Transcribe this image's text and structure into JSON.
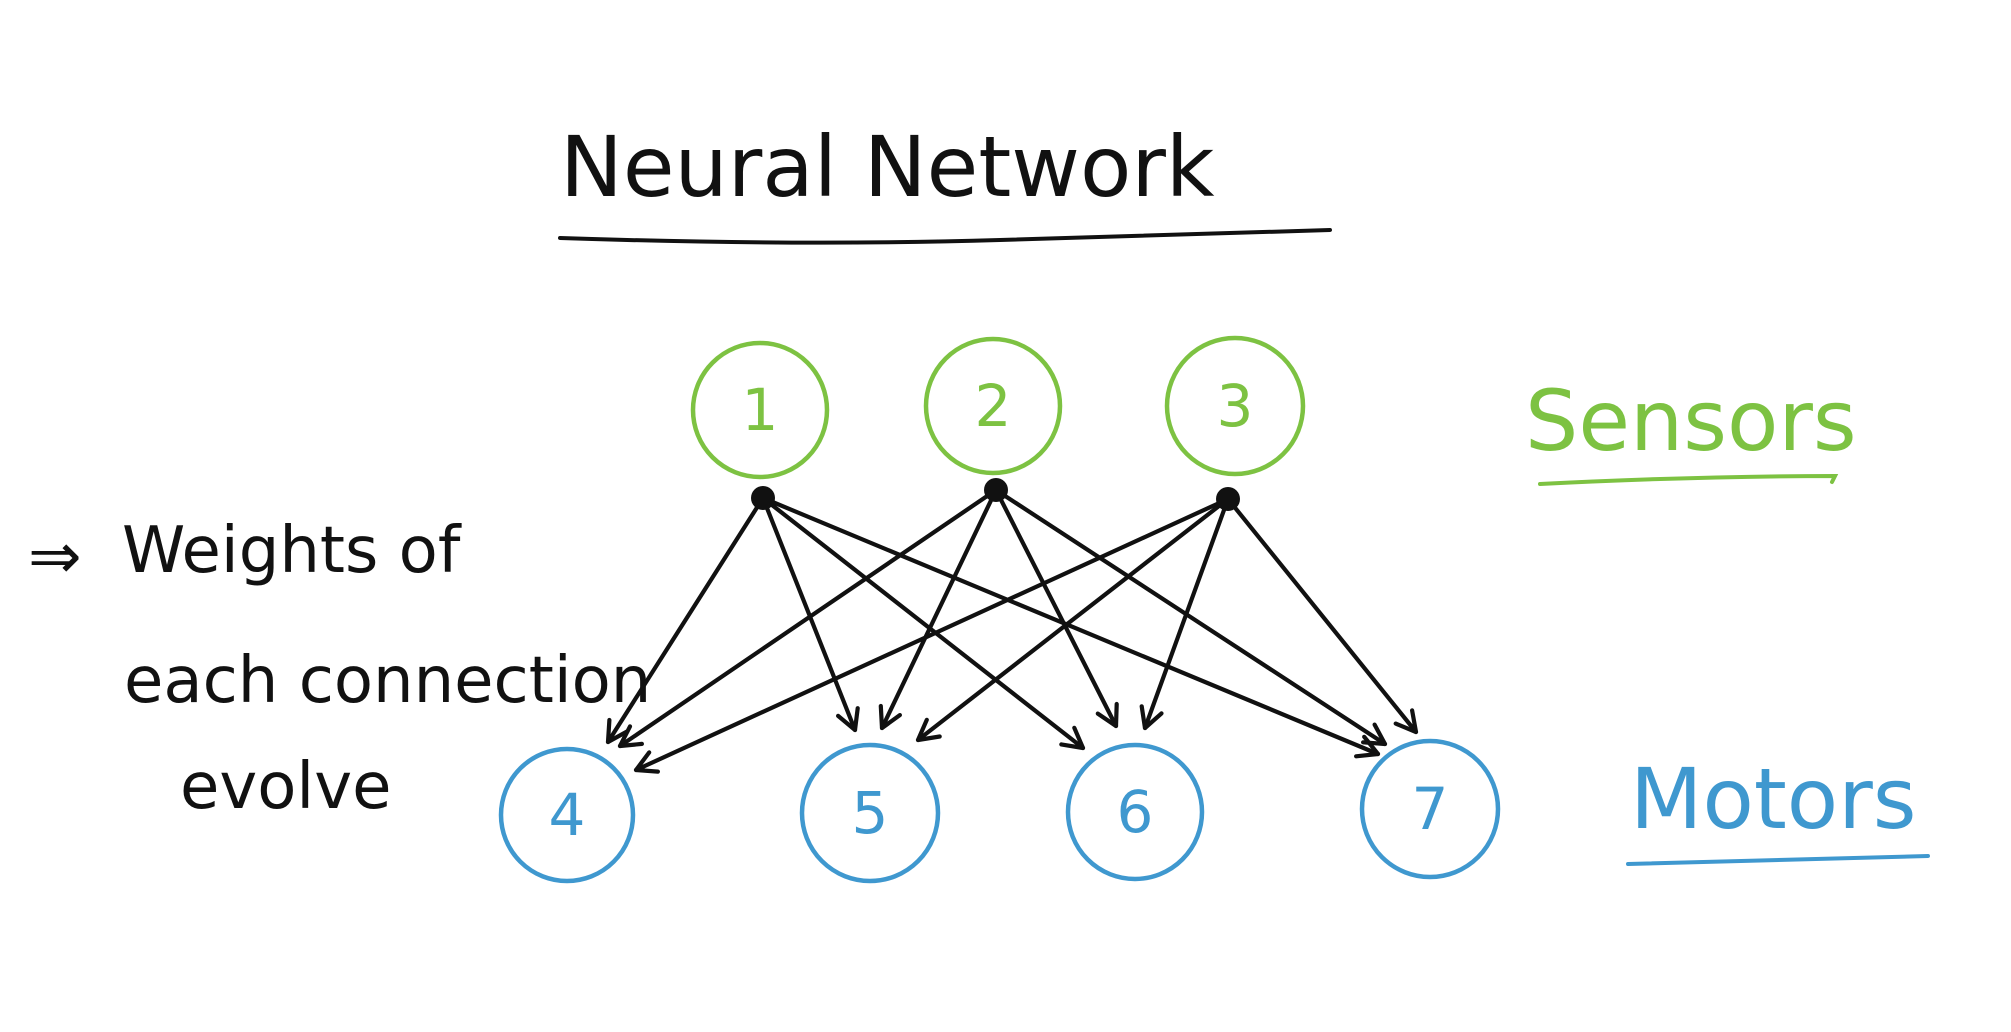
{
  "title": "Neural Network",
  "note": {
    "arrow_symbol": "⇒",
    "line1": "Weights of",
    "line2": "each connection",
    "line3": "evolve"
  },
  "colors": {
    "ink": "#111111",
    "sensor": "#7dc242",
    "motor": "#3f98cf"
  },
  "groups": {
    "sensors": "Sensors",
    "motors": "Motors"
  },
  "sensor_nodes": [
    "1",
    "2",
    "3"
  ],
  "motor_nodes": [
    "4",
    "5",
    "6",
    "7"
  ],
  "connections": [
    {
      "from": "1",
      "to": "4"
    },
    {
      "from": "1",
      "to": "5"
    },
    {
      "from": "1",
      "to": "6"
    },
    {
      "from": "1",
      "to": "7"
    },
    {
      "from": "2",
      "to": "4"
    },
    {
      "from": "2",
      "to": "5"
    },
    {
      "from": "2",
      "to": "6"
    },
    {
      "from": "2",
      "to": "7"
    },
    {
      "from": "3",
      "to": "4"
    },
    {
      "from": "3",
      "to": "5"
    },
    {
      "from": "3",
      "to": "6"
    },
    {
      "from": "3",
      "to": "7"
    }
  ]
}
